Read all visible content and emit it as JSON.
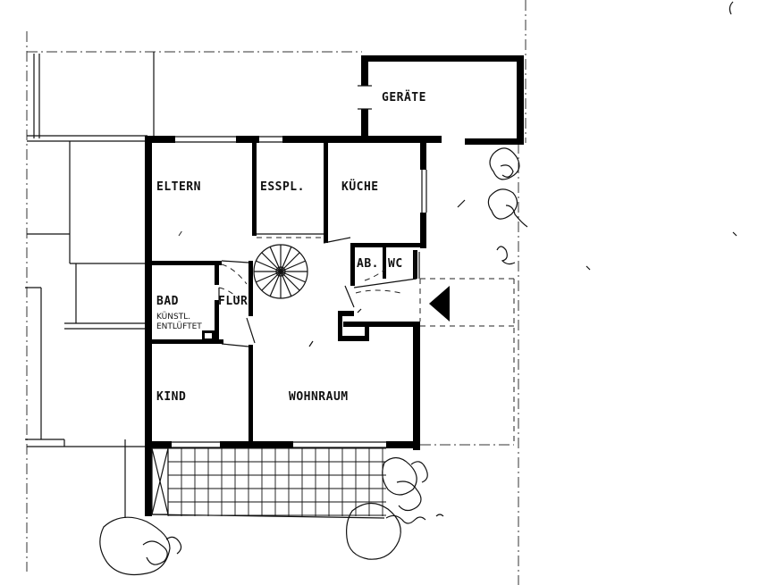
{
  "rooms": {
    "geraete": "GERÄTE",
    "eltern": "ELTERN",
    "esspl": "ESSPL.",
    "kueche": "KÜCHE",
    "ab": "AB.",
    "wc": "WC",
    "bad": "BAD",
    "flur": "FLUR",
    "bad_note_1": "KÜNSTL.",
    "bad_note_2": "ENTLÜFTET",
    "kind": "KIND",
    "wohnraum": "WOHNRAUM"
  },
  "icons": {
    "entrance": "entrance-arrow-icon",
    "stair": "spiral-stair-icon",
    "trees": "tree-symbol-icon"
  }
}
